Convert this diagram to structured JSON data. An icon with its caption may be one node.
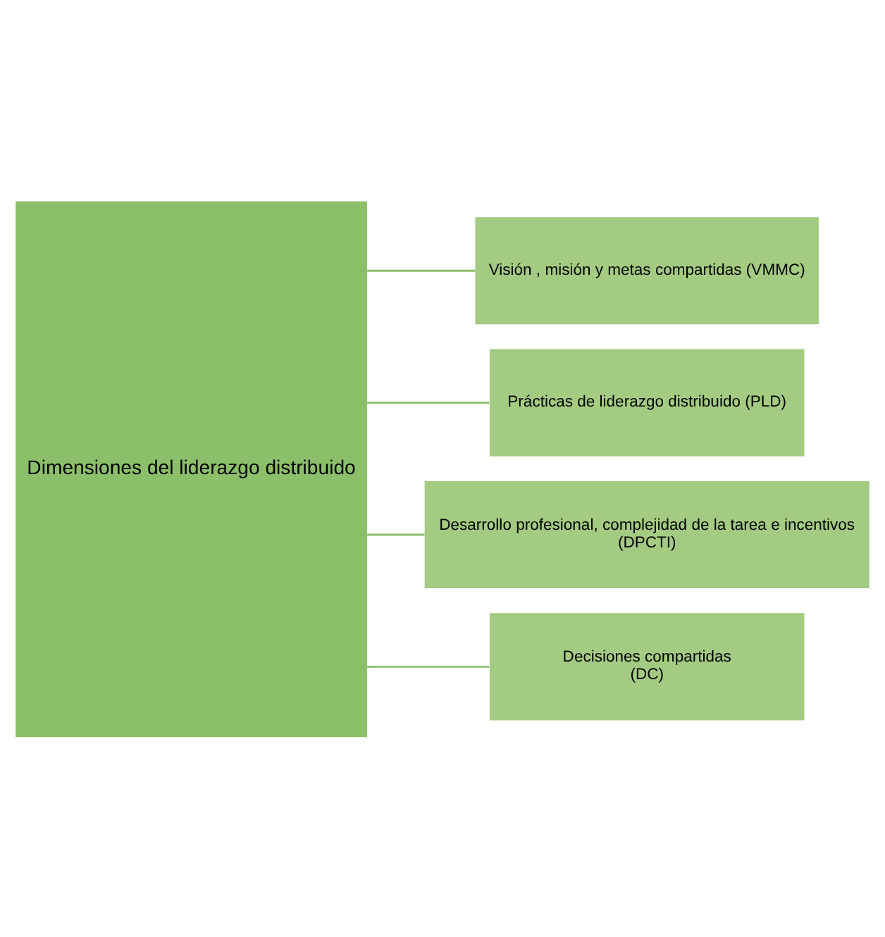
{
  "diagram": {
    "nodes": [
      {
        "text": [
          "Dimensiones del liderazgo distribuido"
        ]
      },
      {
        "text": [
          "Visión , misión y metas compartidas (VMMC)"
        ]
      },
      {
        "text": [
          "Prácticas de liderazgo distribuido (PLD)"
        ]
      },
      {
        "text": [
          "Desarrollo profesional, complejidad de la tarea e incentivos",
          "(DPCTI)"
        ]
      },
      {
        "text": [
          "Decisiones compartidas",
          "(DC)"
        ]
      }
    ],
    "edges": [
      {
        "from": 0,
        "to": 1,
        "arrow": "none"
      },
      {
        "from": 0,
        "to": 2,
        "arrow": "none"
      },
      {
        "from": 0,
        "to": 3,
        "arrow": "none"
      },
      {
        "from": 0,
        "to": 4,
        "arrow": "none"
      }
    ]
  }
}
